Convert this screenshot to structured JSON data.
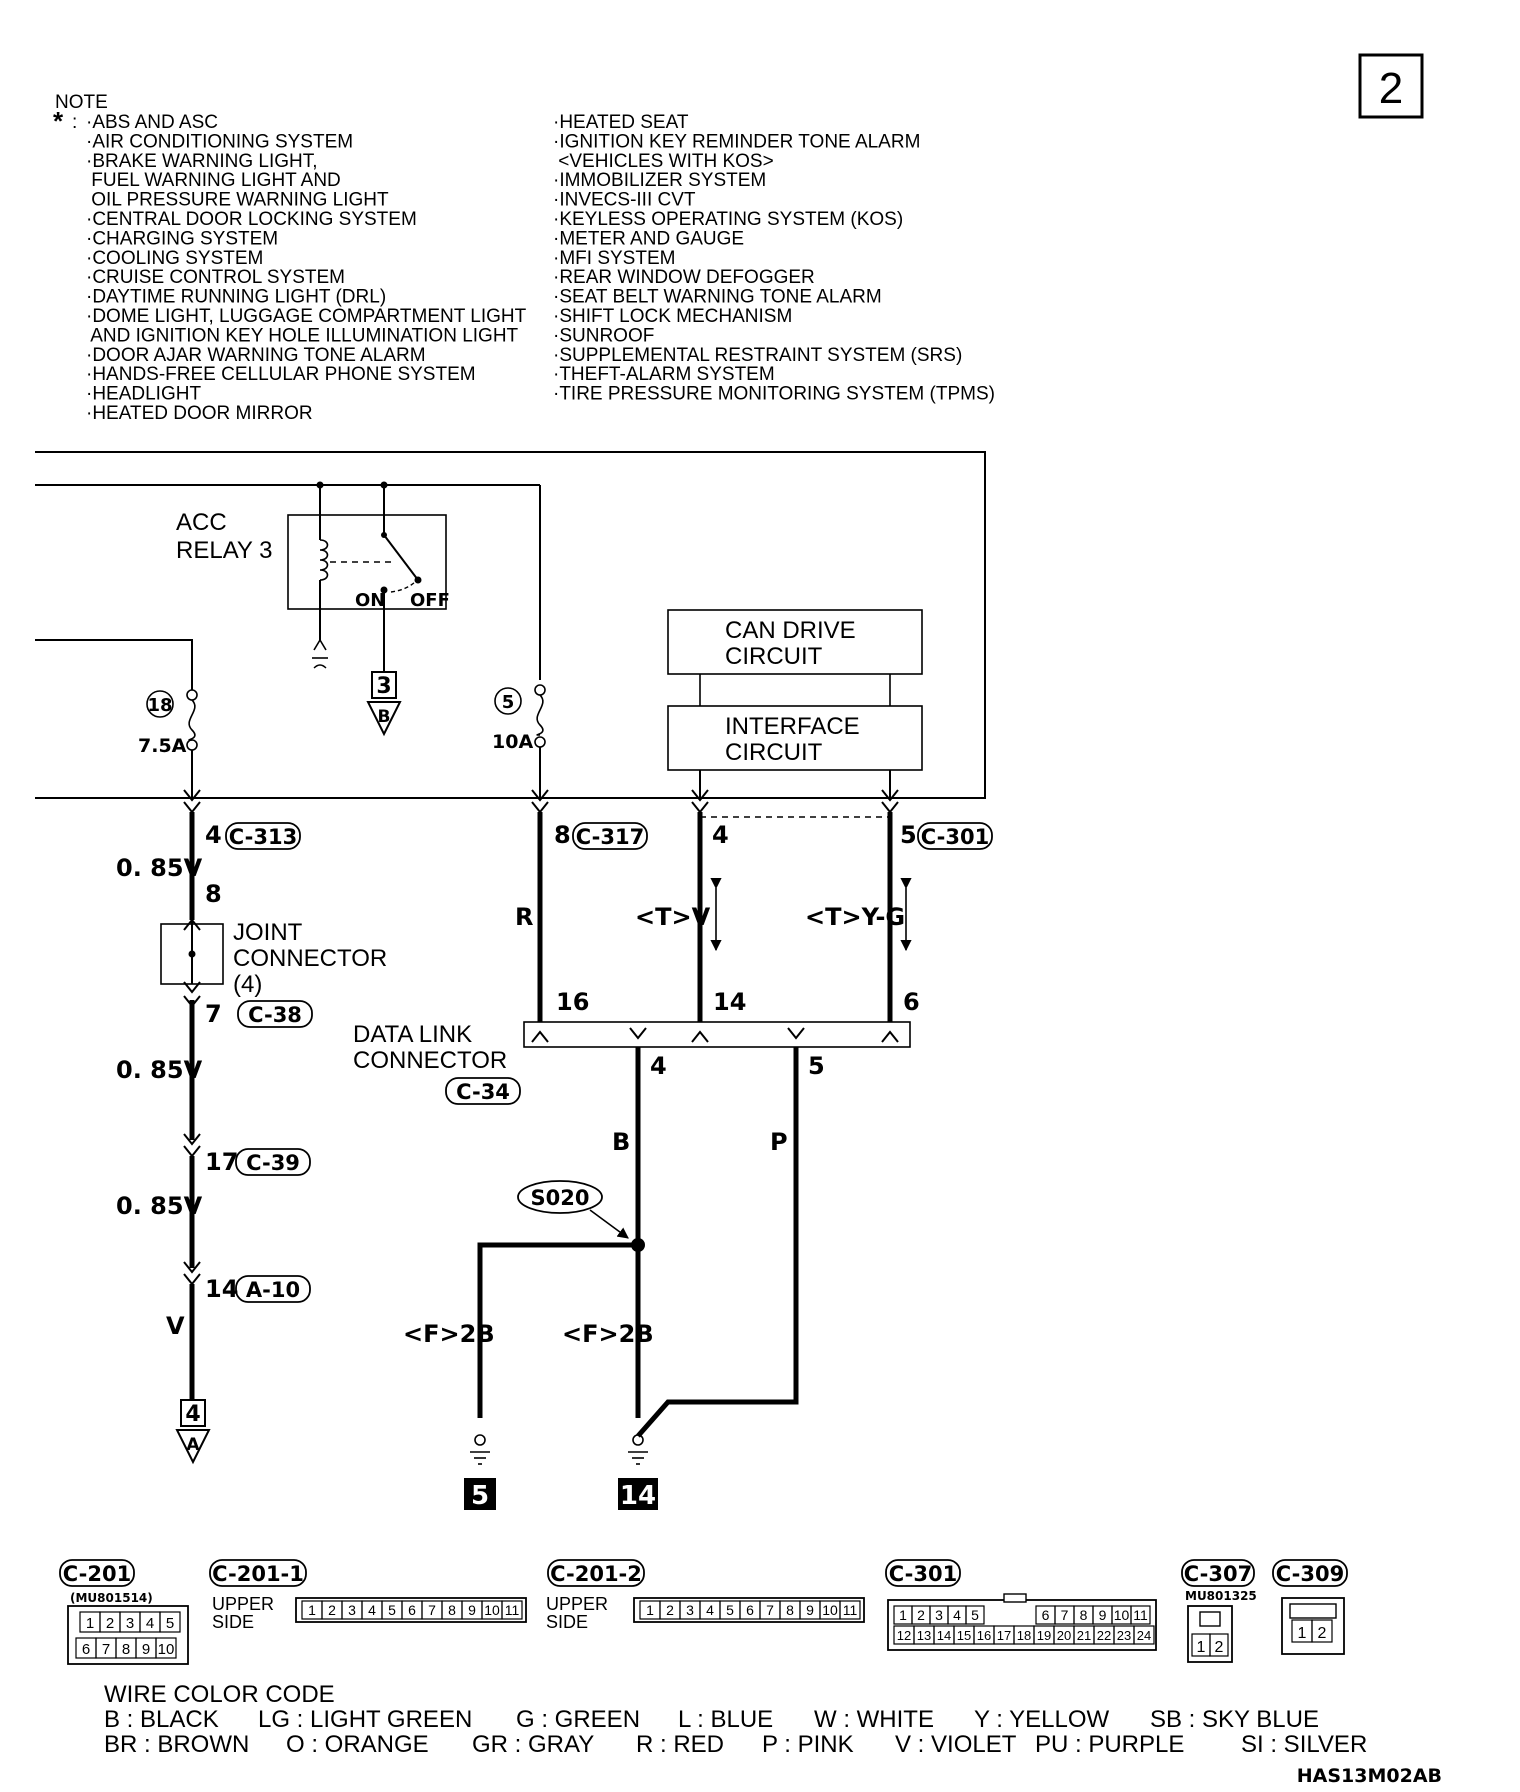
{
  "page_number": "2",
  "note": {
    "title": "NOTE",
    "marker": "*",
    "left_items": [
      "·ABS AND ASC",
      "·AIR CONDITIONING SYSTEM",
      "·BRAKE WARNING LIGHT,",
      " FUEL WARNING LIGHT AND",
      " OIL PRESSURE WARNING LIGHT",
      "·CENTRAL DOOR LOCKING SYSTEM",
      "·CHARGING SYSTEM",
      "·COOLING SYSTEM",
      "·CRUISE CONTROL SYSTEM",
      "·DAYTIME RUNNING LIGHT (DRL)",
      "·DOME LIGHT, LUGGAGE COMPARTMENT LIGHT",
      " AND IGNITION KEY HOLE ILLUMINATION LIGHT",
      "·DOOR AJAR WARNING TONE ALARM",
      "·HANDS-FREE CELLULAR PHONE SYSTEM",
      "·HEADLIGHT",
      "·HEATED DOOR MIRROR"
    ],
    "right_items": [
      "·HEATED SEAT",
      "·IGNITION KEY REMINDER TONE ALARM",
      " <VEHICLES WITH KOS>",
      "·IMMOBILIZER SYSTEM",
      "·INVECS-III CVT",
      "·KEYLESS OPERATING SYSTEM (KOS)",
      "·METER AND GAUGE",
      "·MFI SYSTEM",
      "·REAR WINDOW DEFOGGER",
      "·SEAT BELT WARNING TONE ALARM",
      "·SHIFT LOCK MECHANISM",
      "·SUNROOF",
      "·SUPPLEMENTAL RESTRAINT SYSTEM (SRS)",
      "·THEFT-ALARM SYSTEM",
      "·TIRE PRESSURE MONITORING SYSTEM (TPMS)"
    ]
  },
  "relay": {
    "line1": "ACC",
    "line2": "RELAY 3",
    "on": "ON",
    "off": "OFF",
    "ref_num": "3",
    "ref_letter": "B"
  },
  "can_drive": {
    "line1": "CAN DRIVE",
    "line2": "CIRCUIT"
  },
  "interface": {
    "line1": "INTERFACE",
    "line2": "CIRCUIT"
  },
  "fuses": {
    "f18": {
      "num": "18",
      "rating": "7.5A"
    },
    "f5": {
      "num": "5",
      "rating": "10A"
    }
  },
  "connectors": {
    "c313": {
      "pin": "4",
      "label": "C-313"
    },
    "c317": {
      "pin": "8",
      "label": "C-317"
    },
    "c301a": {
      "pin": "4"
    },
    "c301b": {
      "pin": "5",
      "label": "C-301"
    },
    "c38": {
      "pin": "7",
      "label": "C-38"
    },
    "c39": {
      "pin": "17",
      "label": "C-39"
    },
    "a10": {
      "pin": "14",
      "label": "A-10"
    },
    "c34": {
      "label": "C-34"
    }
  },
  "joint": {
    "pin_top": "8",
    "line1": "JOINT",
    "line2": "CONNECTOR",
    "line3": "(4)"
  },
  "wire_labels": {
    "w085_1": "0. 85V",
    "w085_2": "0. 85V",
    "w085_3": "0. 85V",
    "v": "V",
    "r": "R",
    "tv": "<T>V",
    "tyg": "<T>Y-G",
    "b": "B",
    "p": "P",
    "f2b_left": "<F>2B",
    "f2b_right": "<F>2B"
  },
  "dlc": {
    "line1": "DATA LINK",
    "line2": "CONNECTOR",
    "pin16": "16",
    "pin14": "14",
    "pin6": "6",
    "pin4": "4",
    "pin5": "5"
  },
  "splice": "S020",
  "ref_a": {
    "num": "4",
    "letter": "A"
  },
  "grounds": {
    "g5": "5",
    "g14": "14"
  },
  "connector_views": {
    "c201": {
      "label": "C-201",
      "part": "(MU801514)",
      "row1": [
        "1",
        "2",
        "3",
        "4",
        "5"
      ],
      "row2": [
        "6",
        "7",
        "8",
        "9",
        "10"
      ]
    },
    "c201_1": {
      "label": "C-201-1",
      "side1": "UPPER",
      "side2": "SIDE",
      "pins": [
        "1",
        "2",
        "3",
        "4",
        "5",
        "6",
        "7",
        "8",
        "9",
        "10",
        "11"
      ]
    },
    "c201_2": {
      "label": "C-201-2",
      "side1": "UPPER",
      "side2": "SIDE",
      "pins": [
        "1",
        "2",
        "3",
        "4",
        "5",
        "6",
        "7",
        "8",
        "9",
        "10",
        "11"
      ]
    },
    "c301": {
      "label": "C-301",
      "row1a": [
        "1",
        "2",
        "3",
        "4",
        "5"
      ],
      "row1b": [
        "6",
        "7",
        "8",
        "9",
        "10",
        "11"
      ],
      "row2": [
        "12",
        "13",
        "14",
        "15",
        "16",
        "17",
        "18",
        "19",
        "20",
        "21",
        "22",
        "23",
        "24"
      ]
    },
    "c307": {
      "label": "C-307",
      "part": "MU801325",
      "pins": [
        "1",
        "2"
      ]
    },
    "c309": {
      "label": "C-309",
      "pins": [
        "1",
        "2"
      ]
    }
  },
  "color_code": {
    "title": "WIRE COLOR CODE",
    "row1": [
      "B : BLACK",
      "LG : LIGHT GREEN",
      "G : GREEN",
      "L : BLUE",
      "W : WHITE",
      "Y : YELLOW",
      "SB : SKY BLUE"
    ],
    "row2": [
      "BR : BROWN",
      "O : ORANGE",
      "GR : GRAY",
      "R : RED",
      "P : PINK",
      "V : VIOLET",
      "PU : PURPLE",
      "SI : SILVER"
    ]
  },
  "figure_code": "HAS13M02AB"
}
